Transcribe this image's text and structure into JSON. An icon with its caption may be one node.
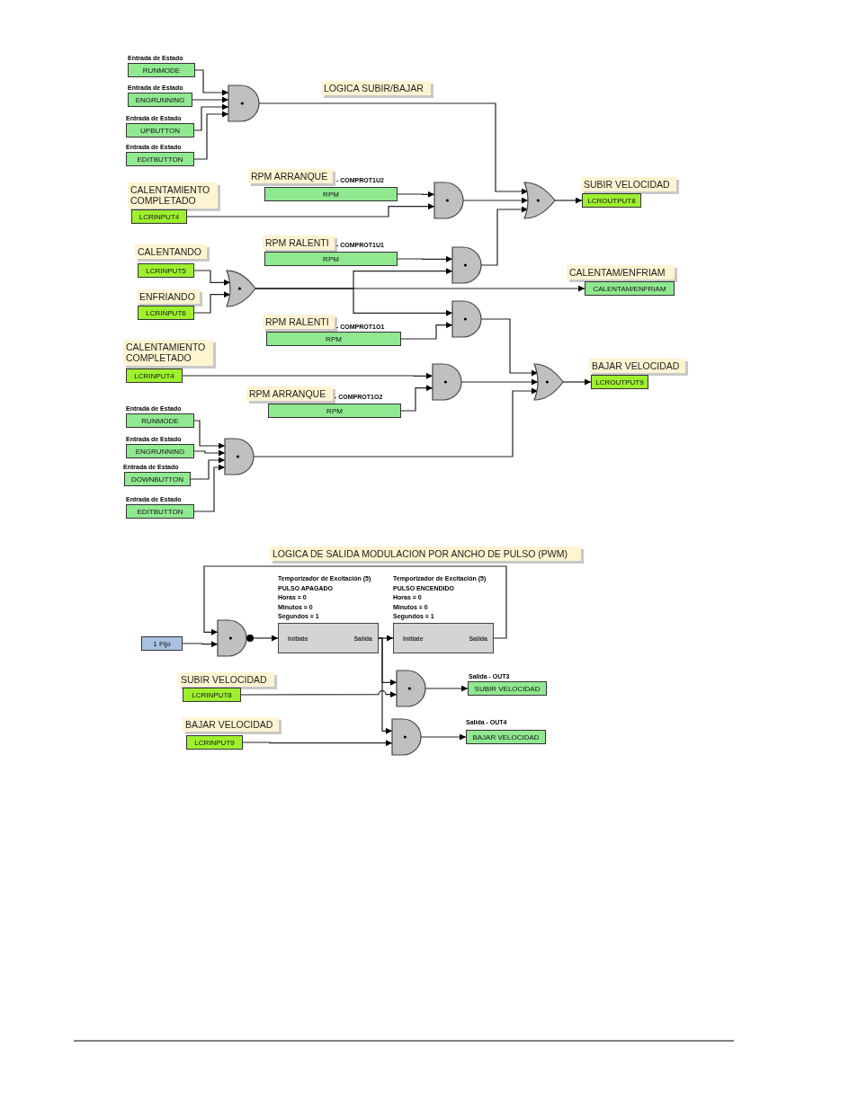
{
  "diagram": {
    "nodes": [
      {
        "text": [
          "Entrada de Estado",
          "RUNMODE"
        ]
      },
      {
        "text": [
          "Entrada de Estado",
          "ENGRUNNING"
        ]
      },
      {
        "text": [
          "Entrada de Estado",
          "UPBUTTON"
        ]
      },
      {
        "text": [
          "Entrada de Estado",
          "EDITBUTTON"
        ]
      },
      {
        "text": [],
        "shape": "and"
      },
      {
        "text": [
          "RPM ARRANQUE",
          "- COMPROT1U2",
          "RPM"
        ]
      },
      {
        "text": [
          "CALENTAMIENTO COMPLETADO",
          "LCRINPUT4"
        ]
      },
      {
        "text": [],
        "shape": "and"
      },
      {
        "text": [],
        "shape": "or"
      },
      {
        "text": [
          "SUBIR VELOCIDAD",
          "LCROUTPUT8"
        ]
      },
      {
        "text": [
          "CALENTANDO",
          "LCRINPUT5"
        ]
      },
      {
        "text": [
          "RPM RALENTI",
          "- COMPROT1U1",
          "RPM"
        ]
      },
      {
        "text": [
          "ENFRIANDO",
          "LCRINPUT6"
        ]
      },
      {
        "text": [],
        "shape": "or"
      },
      {
        "text": [],
        "shape": "and"
      },
      {
        "text": [
          "CALENTAM/ENFRIAM",
          "CALENTAM/ENFRIAM"
        ]
      },
      {
        "text": [
          "RPM RALENTI",
          "- COMPROT1O1",
          "RPM"
        ]
      },
      {
        "text": [],
        "shape": "and"
      },
      {
        "text": [
          "CALENTAMIENTO COMPLETADO",
          "LCRINPUT4"
        ]
      },
      {
        "text": [],
        "shape": "and"
      },
      {
        "text": [],
        "shape": "or"
      },
      {
        "text": [
          "BAJAR VELOCIDAD",
          "LCROUTPUT9"
        ]
      },
      {
        "text": [
          "RPM ARRANQUE",
          "- COMPROT1O2",
          "RPM"
        ]
      },
      {
        "text": [
          "Entrada de Estado",
          "RUNMODE"
        ]
      },
      {
        "text": [
          "Entrada de Estado",
          "ENGRUNNING"
        ]
      },
      {
        "text": [
          "Entrada de Estado",
          "DOWNBUTTON"
        ]
      },
      {
        "text": [
          "Entrada de Estado",
          "EDITBUTTON"
        ]
      },
      {
        "text": [],
        "shape": "and"
      },
      {
        "text": [
          "1 Fijo"
        ]
      },
      {
        "text": [],
        "shape": "and"
      },
      {
        "text": [
          "Initiate",
          "Salida"
        ],
        "beside": [
          "Temporizador de Excitación (5)",
          "PULSO APAGADO",
          "Horas = 0",
          "Minutos = 0",
          "Segundos = 1"
        ]
      },
      {
        "text": [
          "Initiate",
          "Salida"
        ],
        "beside": [
          "Temporizador de Excitación (5)",
          "PULSO ENCENDIDO",
          "Horas = 0",
          "Minutos = 0",
          "Segundos = 1"
        ]
      },
      {
        "text": [
          "SUBIR VELOCIDAD",
          "LCRINPUT8"
        ]
      },
      {
        "text": [],
        "shape": "and"
      },
      {
        "text": [
          "Salida - OUT3",
          "SUBIR VELOCIDAD"
        ]
      },
      {
        "text": [
          "BAJAR VELOCIDAD",
          "LCRINPUT9"
        ]
      },
      {
        "text": [],
        "shape": "and"
      },
      {
        "text": [
          "Salida - OUT4",
          "BAJAR VELOCIDAD"
        ]
      },
      {
        "text": [
          "LOGICA SUBIR/BAJAR"
        ]
      },
      {
        "text": [
          "LOGICA DE SALIDA MODULACION POR ANCHO DE PULSO (PWM)"
        ]
      }
    ],
    "edges": [
      {
        "from": 0,
        "to": 4,
        "arrow": "to"
      },
      {
        "from": 1,
        "to": 4,
        "arrow": "to"
      },
      {
        "from": 2,
        "to": 4,
        "arrow": "to"
      },
      {
        "from": 3,
        "to": 4,
        "arrow": "to"
      },
      {
        "from": 4,
        "to": 8,
        "arrow": "to"
      },
      {
        "from": 5,
        "to": 7,
        "arrow": "to"
      },
      {
        "from": 6,
        "to": 7,
        "arrow": "to"
      },
      {
        "from": 7,
        "to": 8,
        "arrow": "to"
      },
      {
        "from": 14,
        "to": 8,
        "arrow": "to"
      },
      {
        "from": 8,
        "to": 9,
        "arrow": "to"
      },
      {
        "from": 10,
        "to": 13,
        "arrow": "to"
      },
      {
        "from": 12,
        "to": 13,
        "arrow": "to"
      },
      {
        "from": 13,
        "to": 15,
        "arrow": "to"
      },
      {
        "from": 13,
        "to": 14,
        "arrow": "to"
      },
      {
        "from": 13,
        "to": 17,
        "arrow": "to"
      },
      {
        "from": 11,
        "to": 14,
        "arrow": "to"
      },
      {
        "from": 16,
        "to": 17,
        "arrow": "to"
      },
      {
        "from": 17,
        "to": 20,
        "arrow": "to"
      },
      {
        "from": 18,
        "to": 19,
        "arrow": "to"
      },
      {
        "from": 22,
        "to": 19,
        "arrow": "to"
      },
      {
        "from": 19,
        "to": 20,
        "arrow": "to"
      },
      {
        "from": 27,
        "to": 20,
        "arrow": "to"
      },
      {
        "from": 20,
        "to": 21,
        "arrow": "to"
      },
      {
        "from": 23,
        "to": 27,
        "arrow": "to"
      },
      {
        "from": 24,
        "to": 27,
        "arrow": "to"
      },
      {
        "from": 25,
        "to": 27,
        "arrow": "to"
      },
      {
        "from": 26,
        "to": 27,
        "arrow": "to"
      },
      {
        "from": 28,
        "to": 29,
        "arrow": "to"
      },
      {
        "from": 31,
        "to": 29,
        "arrow": "to"
      },
      {
        "from": 29,
        "to": 30,
        "arrow": "to"
      },
      {
        "from": 30,
        "to": 31,
        "arrow": "to"
      },
      {
        "from": 30,
        "to": 33,
        "arrow": "to"
      },
      {
        "from": 30,
        "to": 36,
        "arrow": "to"
      },
      {
        "from": 32,
        "to": 33,
        "arrow": "to"
      },
      {
        "from": 33,
        "to": 34,
        "arrow": "to"
      },
      {
        "from": 35,
        "to": 36,
        "arrow": "to"
      },
      {
        "from": 36,
        "to": 37,
        "arrow": "to"
      }
    ]
  }
}
